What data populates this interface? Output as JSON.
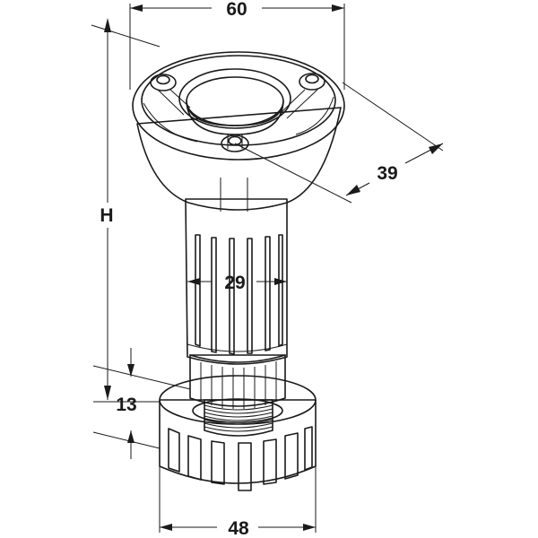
{
  "dimensions": {
    "top_width": "60",
    "offset": "39",
    "height": "H",
    "stem_width": "29",
    "thread": "13",
    "base_width": "48"
  }
}
